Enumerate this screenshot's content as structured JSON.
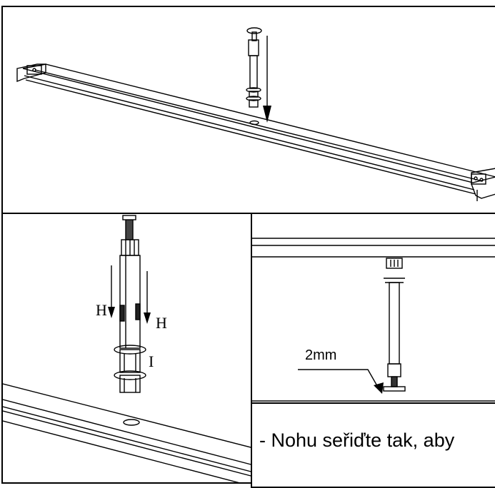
{
  "labels": {
    "h_left": "H",
    "h_right": "H",
    "i": "I",
    "gap": "2mm"
  },
  "caption": "- Nohu seřiďte tak, aby"
}
